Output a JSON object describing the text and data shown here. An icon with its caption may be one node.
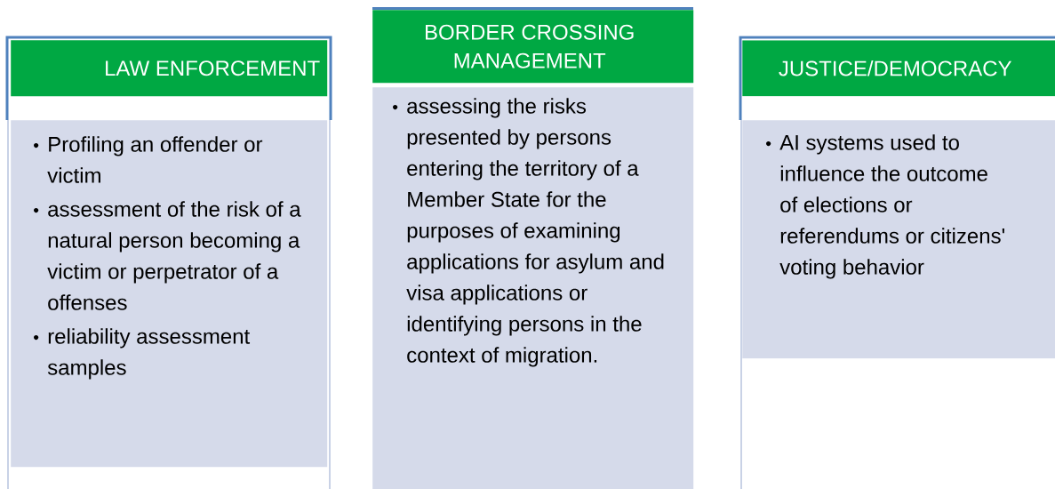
{
  "diagram": {
    "nodes": [
      {
        "text": [
          "LAW ENFORCEMENT"
        ]
      },
      {
        "text": [
          "Profiling an offender or victim",
          "assessment of the risk of a natural person becoming a victim or perpetrator of a offenses",
          "reliability assessment samples"
        ]
      },
      {
        "text": [
          "BORDER CROSSING MANAGEMENT"
        ]
      },
      {
        "text": [
          "assessing the risks presented by persons entering the territory of a Member State for the purposes of examining applications for asylum and visa applications or identifying persons in the context of migration."
        ]
      },
      {
        "text": [
          "JUSTICE/DEMOCRACY"
        ]
      },
      {
        "text": [
          "AI systems used to influence the outcome of elections or referendums or citizens' voting behavior"
        ]
      }
    ]
  }
}
